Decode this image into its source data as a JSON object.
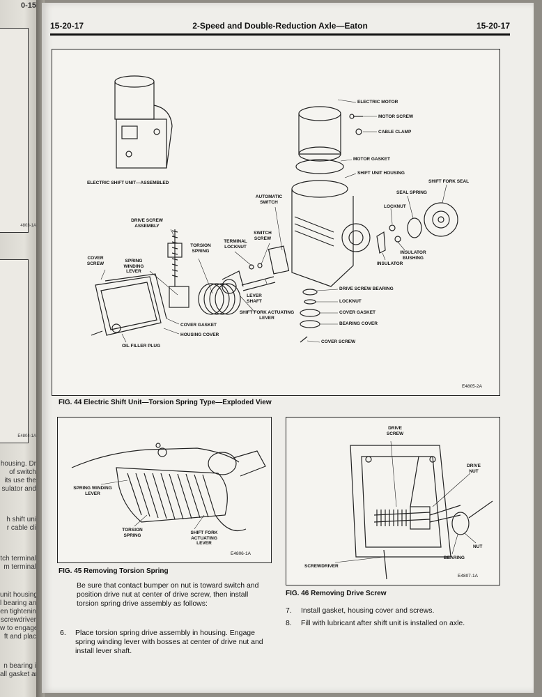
{
  "left_page": {
    "tab": "0-15",
    "code_top": "4803-1A",
    "code_bottom": "E4804-1A",
    "text_lines": [
      "housing. Dr",
      "of switch",
      "its use the",
      "sulator and",
      "h shift uni",
      "r cable cli",
      "tch terminal",
      "m terminal",
      "unit housing",
      "l bearing an",
      "en tightenin",
      "screwdriver",
      "w to engage",
      "ft and plac",
      "n bearing i",
      "all gasket an"
    ]
  },
  "header": {
    "page_left": "15-20-17",
    "title": "2-Speed and Double-Reduction Axle—Eaton",
    "page_right": "15-20-17"
  },
  "fig44": {
    "caption": "FIG. 44 Electric Shift Unit—Torsion Spring Type—Exploded View",
    "code": "E4805-2A",
    "labels": {
      "assembled": "ELECTRIC SHIFT UNIT—ASSEMBLED",
      "drive_screw_assembly": "DRIVE SCREW ASSEMBLY",
      "cover_screw": "COVER SCREW",
      "spring_winding_lever": "SPRING WINDING LEVER",
      "torsion_spring": "TORSION SPRING",
      "terminal_locknut": "TERMINAL LOCKNUT",
      "switch_screw": "SWITCH SCREW",
      "automatic_switch": "AUTOMATIC SWITCH",
      "lever_shaft": "LEVER SHAFT",
      "shift_fork_actuating_lever": "SHIFT FORK ACTUATING LEVER",
      "cover_gasket": "COVER GASKET",
      "housing_cover": "HOUSING COVER",
      "oil_filler_plug": "OIL FILLER PLUG",
      "electric_motor": "ELECTRIC MOTOR",
      "motor_screw": "MOTOR SCREW",
      "cable_clamp": "CABLE CLAMP",
      "motor_gasket": "MOTOR GASKET",
      "shift_unit_housing": "SHIFT UNIT HOUSING",
      "shift_fork_seal": "SHIFT FORK SEAL",
      "seal_spring": "SEAL SPRING",
      "locknut_top": "LOCKNUT",
      "insulator_bushing": "INSULATOR BUSHING",
      "insulator": "INSULATOR",
      "drive_screw_bearing": "DRIVE SCREW BEARING",
      "locknut_bottom": "LOCKNUT",
      "cover_gasket_right": "COVER GASKET",
      "bearing_cover": "BEARING COVER",
      "cover_screw_right": "COVER SCREW"
    }
  },
  "fig45": {
    "caption": "FIG. 45 Removing Torsion Spring",
    "code": "E4806-1A",
    "labels": {
      "spring_winding_lever": "SPRING WINDING LEVER",
      "torsion_spring": "TORSION SPRING",
      "shift_fork_actuating_lever": "SHIFT FORK ACTUATING LEVER"
    }
  },
  "fig46": {
    "caption": "FIG. 46 Removing Drive Screw",
    "code": "E4807-1A",
    "labels": {
      "drive_screw": "DRIVE SCREW",
      "drive_nut": "DRIVE NUT",
      "nut": "NUT",
      "bearing": "BEARING",
      "screwdriver": "SCREWDRIVER"
    }
  },
  "steps": {
    "intro": "Be sure that contact bumper on nut is toward switch and position drive nut at center of drive screw, then install torsion spring drive assembly as follows:",
    "step6_num": "6.",
    "step6": "Place torsion spring drive assembly in housing. Engage spring winding lever with bosses at center of drive nut and install lever shaft.",
    "step7_num": "7.",
    "step7": "Install gasket, housing cover and screws.",
    "step8_num": "8.",
    "step8": "Fill with lubricant after shift unit is installed on axle."
  }
}
